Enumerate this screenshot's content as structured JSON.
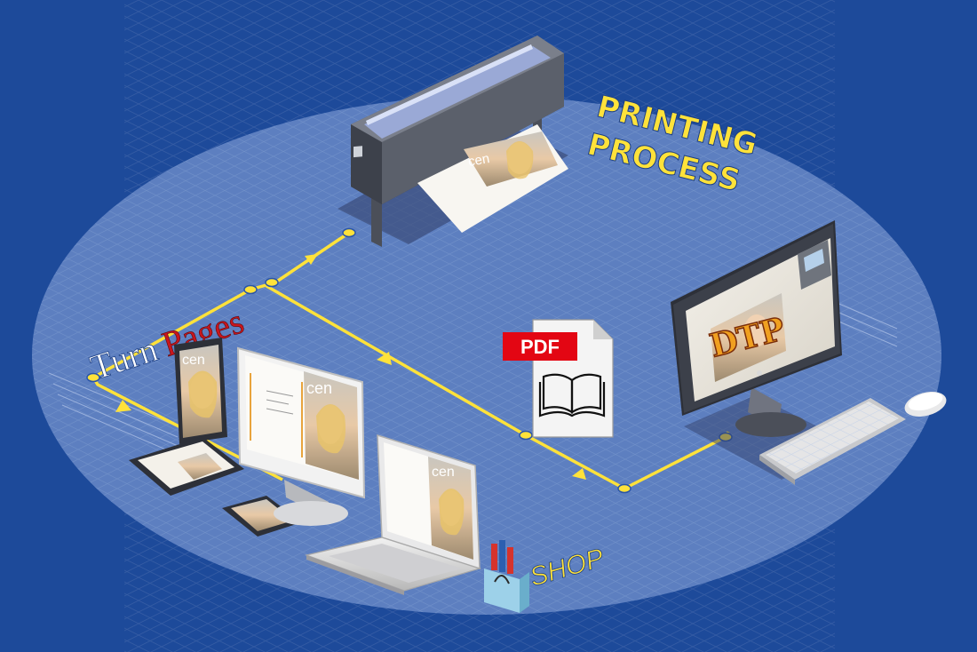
{
  "labels": {
    "printing_line1": "PRINTING",
    "printing_line2": "PROCESS",
    "brand_turn": "Turn",
    "brand_pages": "Pages",
    "pdf": "PDF",
    "dtp": "DTP",
    "shop": "SHOP",
    "cover_title": "cen"
  },
  "colors": {
    "background": "#1d4a9a",
    "platform": "#5d7fc0",
    "flow_line": "#ffe23a",
    "printing_text": "#ffe23a",
    "shop_text": "#ffe23a",
    "brand_turn": "#ffffff",
    "brand_pages": "#c8161d",
    "pdf_badge": "#e30613",
    "dtp_text": "#f0a020"
  },
  "icons": {
    "printer": "large-format-printer-icon",
    "monitor": "desktop-monitor-icon",
    "keyboard": "keyboard-icon",
    "mouse": "mouse-icon",
    "tablet": "tablet-icon",
    "laptop": "laptop-icon",
    "phone": "smartphone-icon",
    "pdf": "pdf-document-icon",
    "book": "open-book-icon",
    "shop": "shopping-bag-icon"
  }
}
